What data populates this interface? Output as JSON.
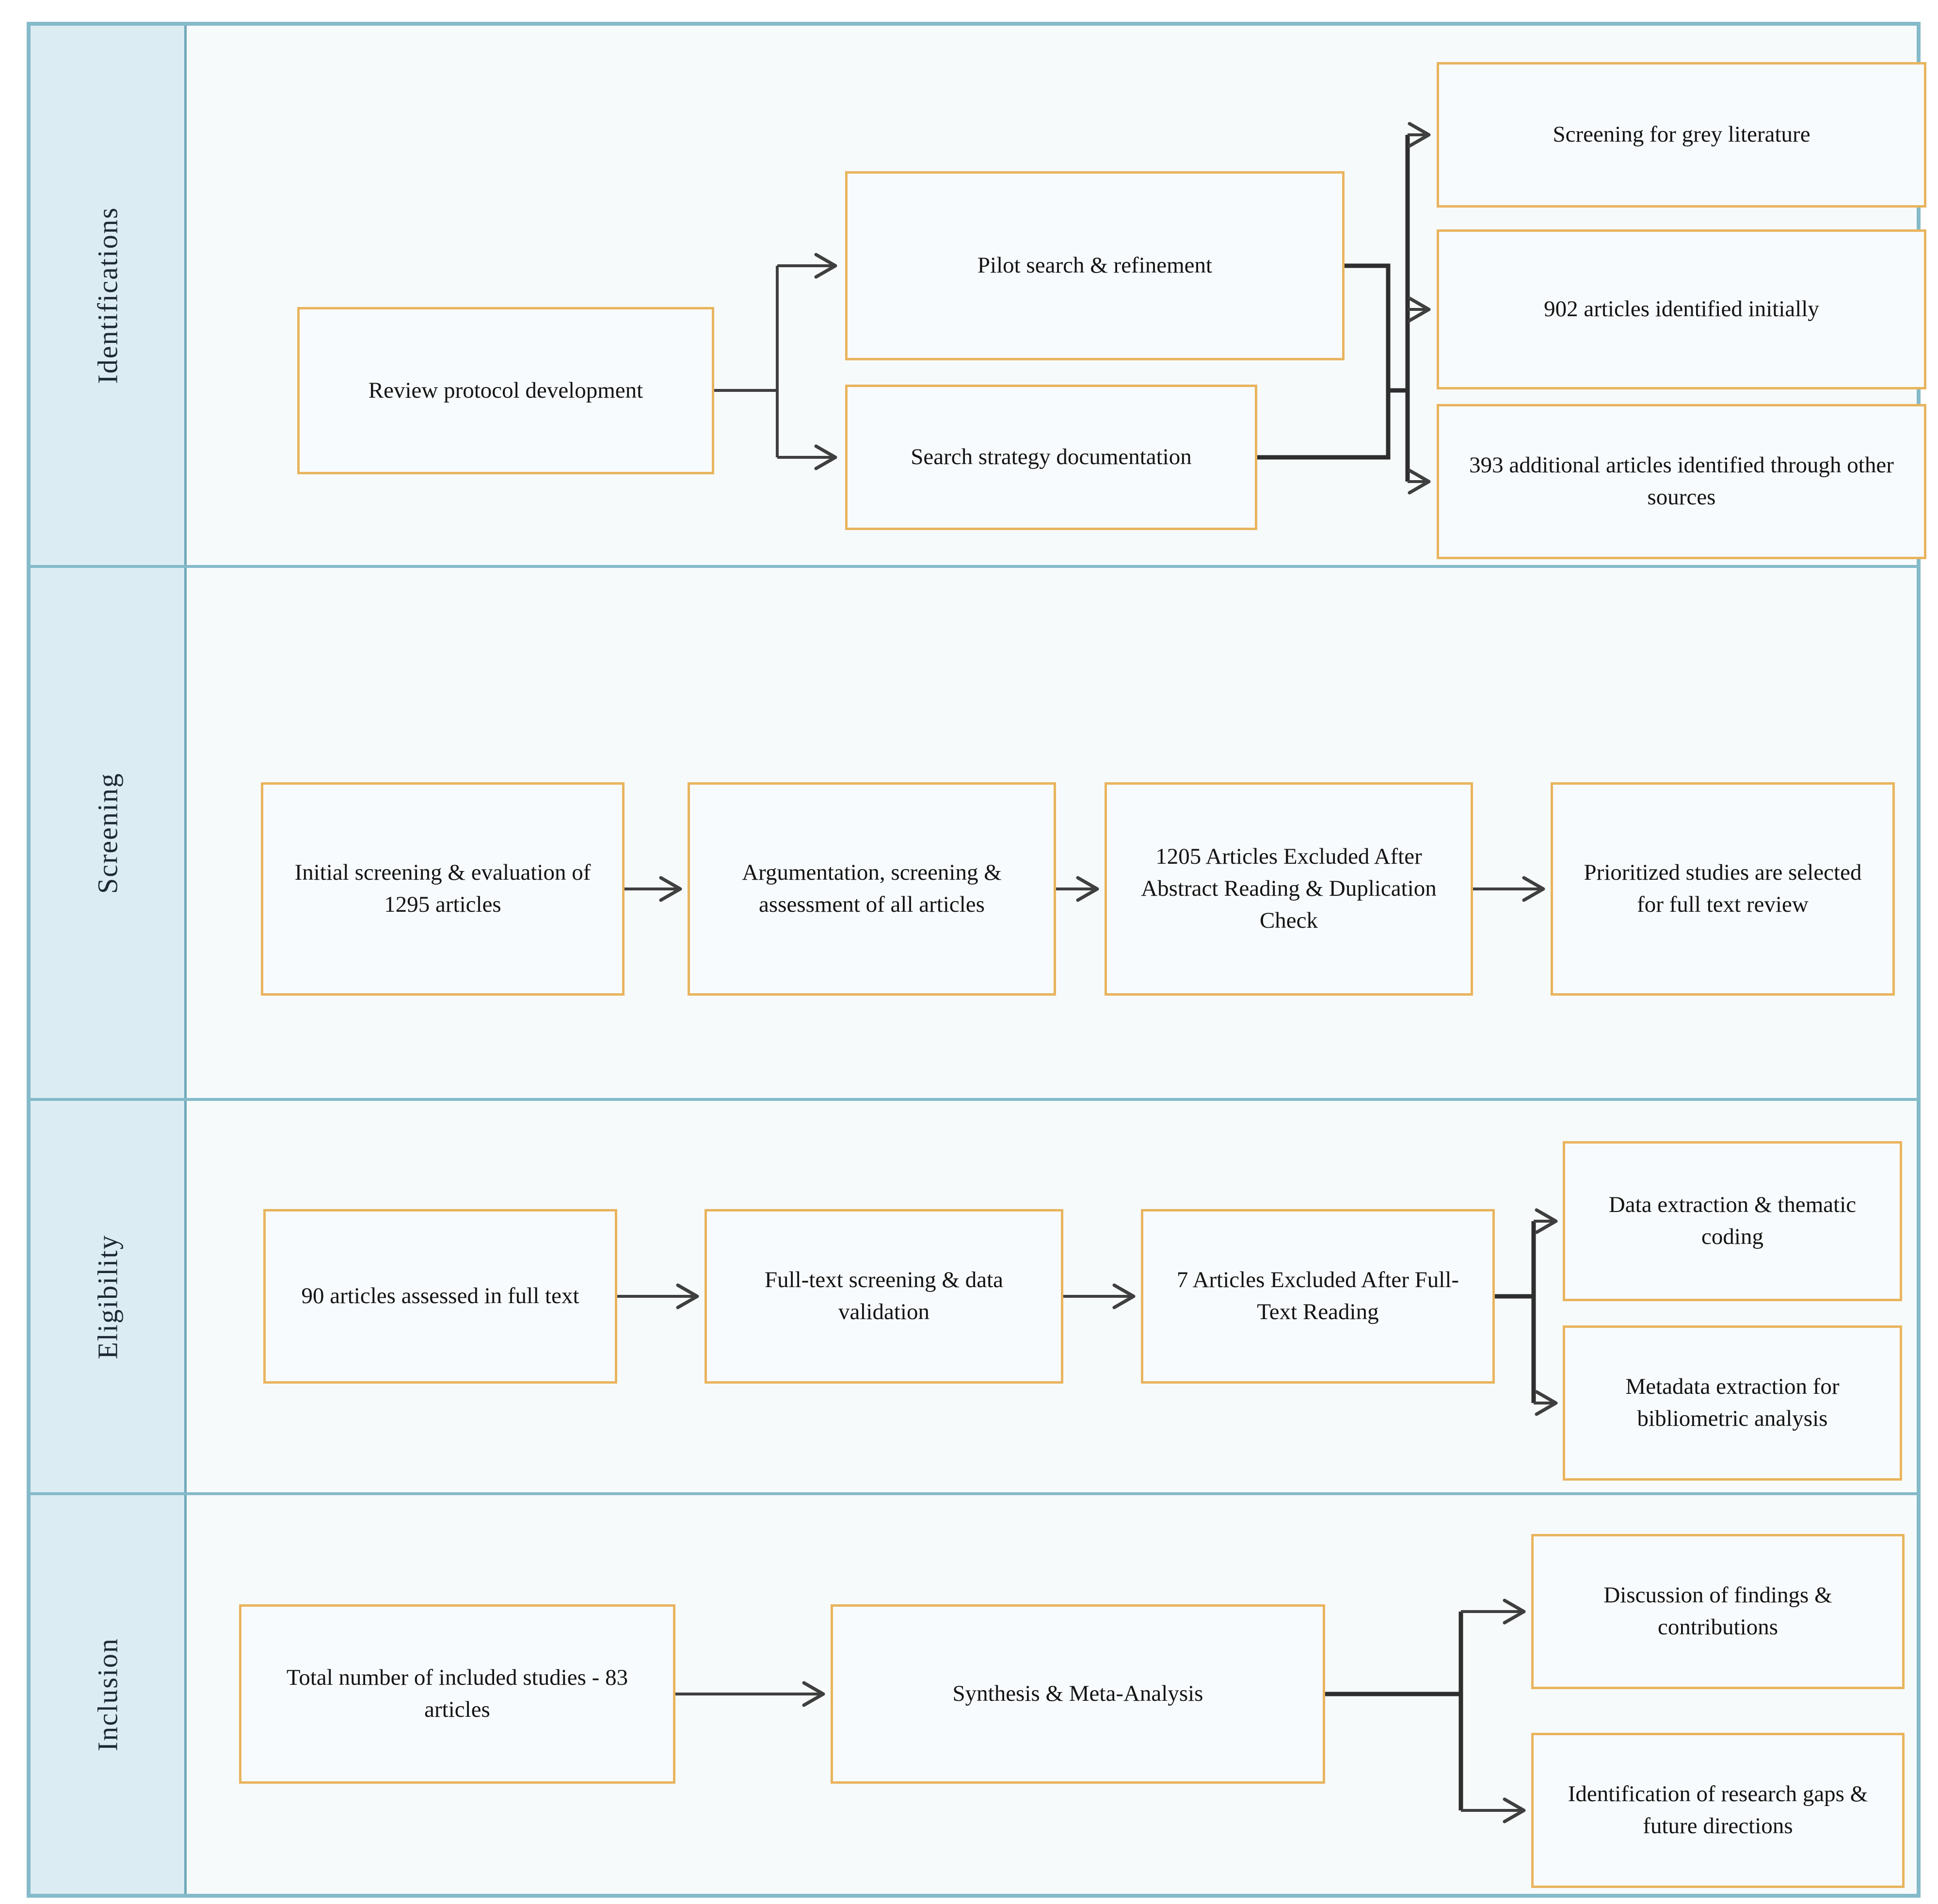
{
  "figure": {
    "type": "flowchart",
    "description": "Systematic literature review (PRISMA-style) flow diagram"
  },
  "colors": {
    "outer_border": "#84bac9",
    "band_label_background": "#dcecf3",
    "content_background": "#f7fafb",
    "box_border": "#e9b45e",
    "box_background": "#f8fbfd",
    "connector": "#3f3f3f",
    "text": "#141414"
  },
  "bands": [
    {
      "label": "Identifications",
      "boxes": [
        {
          "text": "Review protocol development"
        },
        {
          "text": "Pilot search & refinement"
        },
        {
          "text": "Search strategy documentation"
        },
        {
          "text": "Screening for grey literature"
        },
        {
          "text": "902 articles identified initially"
        },
        {
          "text": "393 additional articles identified through other sources"
        }
      ]
    },
    {
      "label": "Screening",
      "boxes": [
        {
          "text": "Initial screening & evaluation of 1295 articles"
        },
        {
          "text": "Argumentation, screening & assessment of all articles"
        },
        {
          "text": "1205 Articles Excluded After Abstract Reading & Duplication Check"
        },
        {
          "text": "Prioritized studies are selected for full text review"
        }
      ]
    },
    {
      "label": "Eligibility",
      "boxes": [
        {
          "text": "90 articles assessed in full text"
        },
        {
          "text": "Full-text screening & data validation"
        },
        {
          "text": "7 Articles Excluded After Full-Text Reading"
        },
        {
          "text": "Data extraction & thematic coding"
        },
        {
          "text": "Metadata extraction for bibliometric analysis"
        }
      ]
    },
    {
      "label": "Inclusion",
      "boxes": [
        {
          "text": "Total number of included studies - 83 articles"
        },
        {
          "text": "Synthesis & Meta-Analysis"
        },
        {
          "text": "Discussion of findings & contributions"
        },
        {
          "text": "Identification of research gaps & future directions"
        }
      ]
    }
  ]
}
